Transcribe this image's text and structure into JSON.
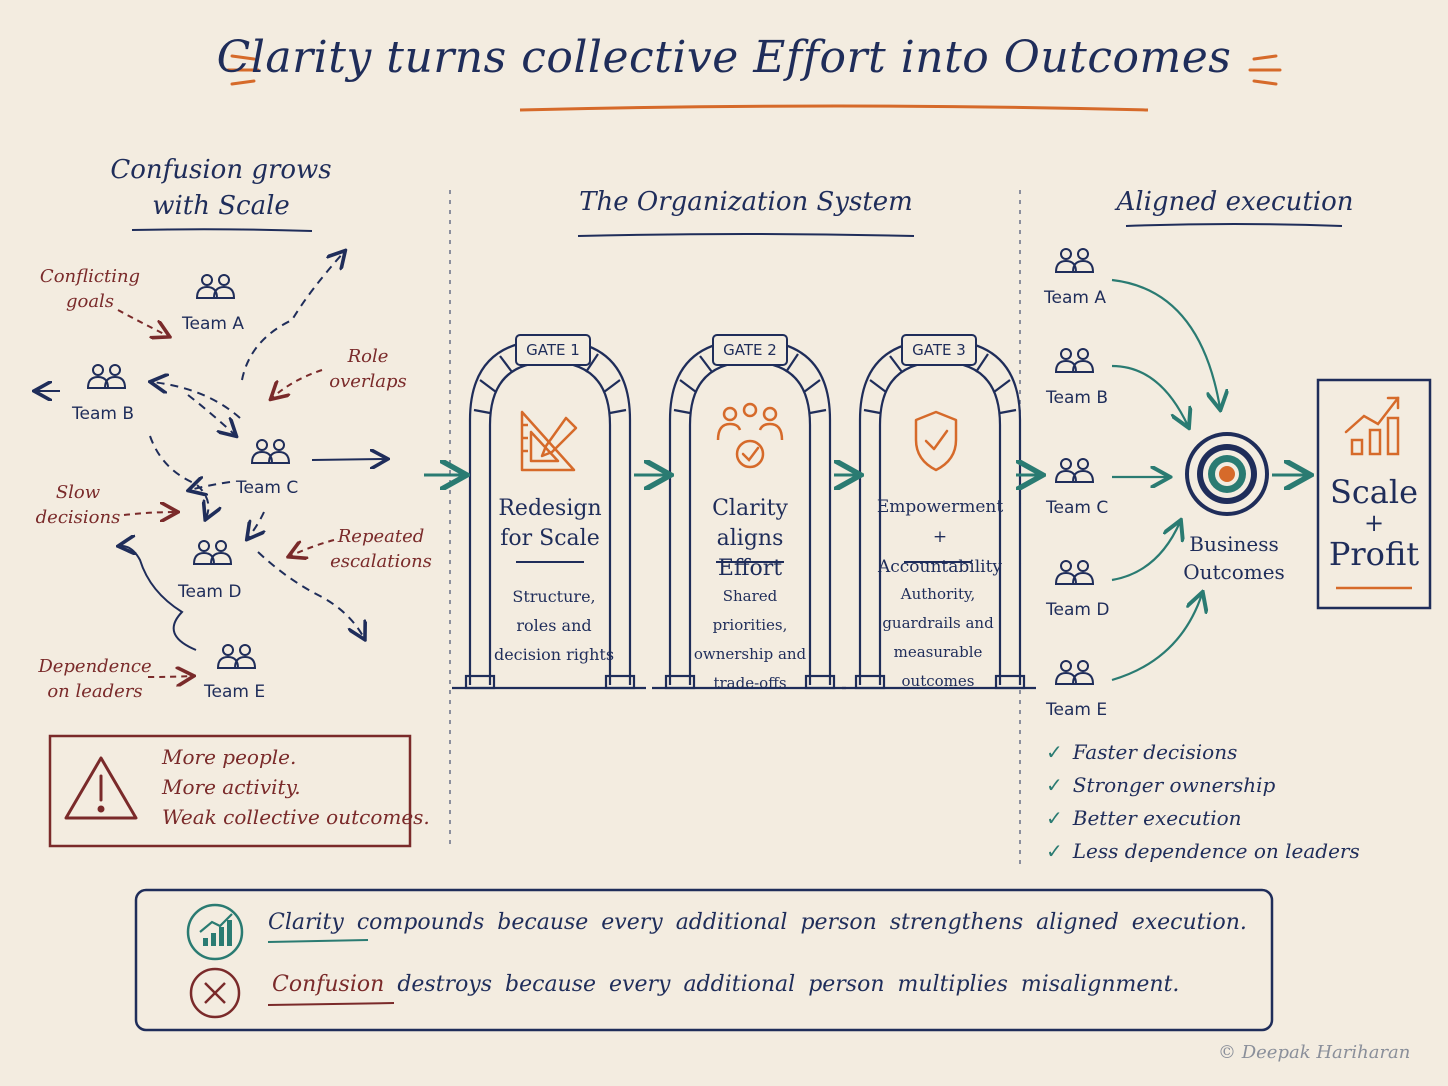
{
  "title": "Clarity turns collective Effort into Outcomes",
  "left": {
    "heading_line1": "Confusion grows",
    "heading_line2": "with Scale",
    "teams": [
      "Team A",
      "Team B",
      "Team C",
      "Team D",
      "Team E"
    ],
    "notes": {
      "conflicting_line1": "Conflicting",
      "conflicting_line2": "goals",
      "role_line1": "Role",
      "role_line2": "overlaps",
      "slow_line1": "Slow",
      "slow_line2": "decisions",
      "repeated_line1": "Repeated",
      "repeated_line2": "escalations",
      "dependence_line1": "Dependence",
      "dependence_line2": "on leaders"
    },
    "warning": {
      "line1": "More people.",
      "line2": "More activity.",
      "line3": "Weak collective outcomes."
    }
  },
  "middle": {
    "heading": "The Organization System",
    "gates": [
      {
        "tag": "GATE 1",
        "title_line1": "Redesign",
        "title_line2": "for Scale",
        "desc_line1": "Structure,",
        "desc_line2": "roles and",
        "desc_line3": "decision rights",
        "icon": "ruler-pencil-icon"
      },
      {
        "tag": "GATE 2",
        "title_line1": "Clarity",
        "title_line2": "aligns Effort",
        "desc_line1": "Shared priorities,",
        "desc_line2": "ownership and",
        "desc_line3": "trade-offs",
        "icon": "people-check-icon"
      },
      {
        "tag": "GATE 3",
        "title_line1": "Empowerment",
        "title_line2": "+ Accountability",
        "desc_line1": "Authority,",
        "desc_line2": "guardrails and",
        "desc_line3": "measurable",
        "desc_line4": "outcomes",
        "icon": "shield-check-icon"
      }
    ]
  },
  "right": {
    "heading": "Aligned execution",
    "teams": [
      "Team A",
      "Team B",
      "Team C",
      "Team D",
      "Team E"
    ],
    "target_line1": "Business",
    "target_line2": "Outcomes",
    "result_line1": "Scale",
    "result_line2": "+",
    "result_line3": "Profit",
    "checks": [
      "Faster decisions",
      "Stronger ownership",
      "Better execution",
      "Less dependence on leaders"
    ]
  },
  "bottom": {
    "clarity_word": "Clarity",
    "clarity_rest": "compounds because every additional person strengthens aligned execution.",
    "confusion_word": "Confusion",
    "confusion_rest": "destroys because every additional person multiplies misalignment."
  },
  "credit": "© Deepak Hariharan",
  "colors": {
    "navy": "#1f2d5a",
    "maroon": "#7a2a2a",
    "orange": "#d66a2a",
    "teal": "#2a7b72",
    "paper": "#f3ece0"
  }
}
